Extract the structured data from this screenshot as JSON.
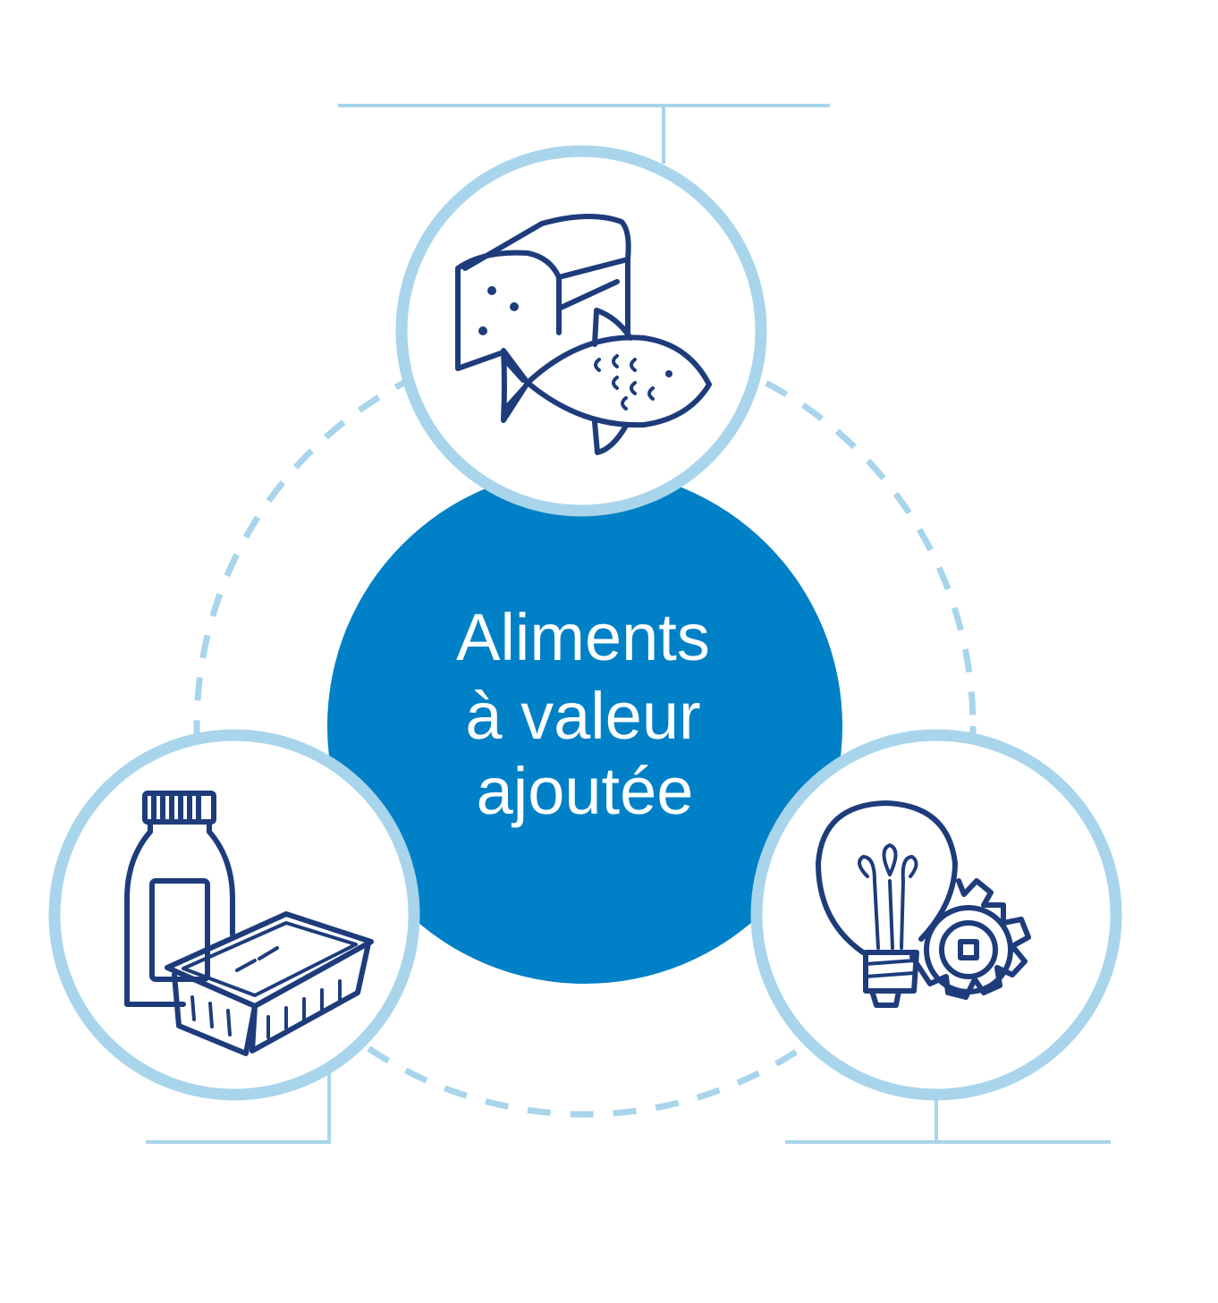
{
  "diagram": {
    "center": {
      "lines": [
        "Aliments",
        "à valeur",
        "ajoutée"
      ]
    },
    "nodes": [
      {
        "icon": "bread-and-fish-icon"
      },
      {
        "icon": "bottle-and-food-tray-icon"
      },
      {
        "icon": "lightbulb-and-gear-icon"
      }
    ]
  },
  "colors": {
    "center_fill": "#0080C6",
    "node_ring": "#A8D5EB",
    "connector_line": "#A8D5EB",
    "dashed_ring": "#A8D5EB",
    "icon_stroke": "#1E3C7B",
    "center_text": "#FFFFFF",
    "background": "#FFFFFF"
  }
}
